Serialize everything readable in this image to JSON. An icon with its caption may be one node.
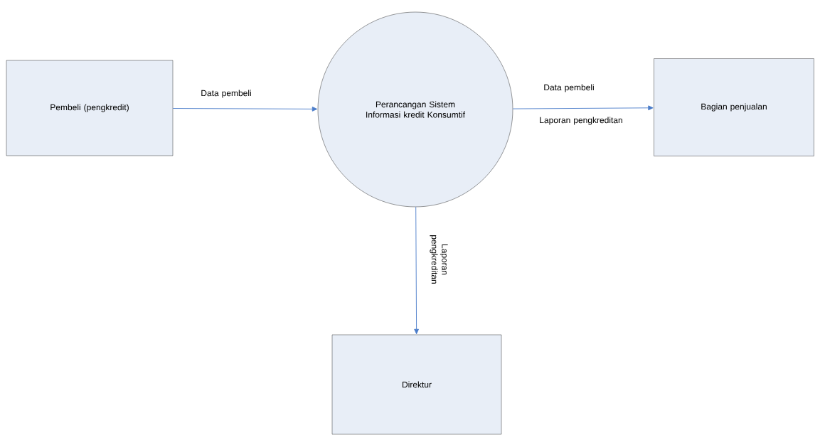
{
  "diagram": {
    "nodes": [
      {
        "text": [
          "Pembeli (pengkredit)"
        ]
      },
      {
        "text": [
          "Perancangan Sistem Informasi kredit Konsumtif"
        ]
      },
      {
        "text": [
          "Bagian penjualan"
        ]
      },
      {
        "text": [
          "Direktur"
        ]
      }
    ],
    "edges": [
      {
        "from": 0,
        "to": 1,
        "arrow": "to",
        "label": "Data pembeli"
      },
      {
        "from": 1,
        "to": 2,
        "arrow": "to",
        "label": "Data pembeli"
      },
      {
        "from": 1,
        "to": 3,
        "arrow": "to",
        "label": "Laporan pengkreditan"
      }
    ],
    "labels": [
      "Laporan pengkreditan"
    ]
  }
}
